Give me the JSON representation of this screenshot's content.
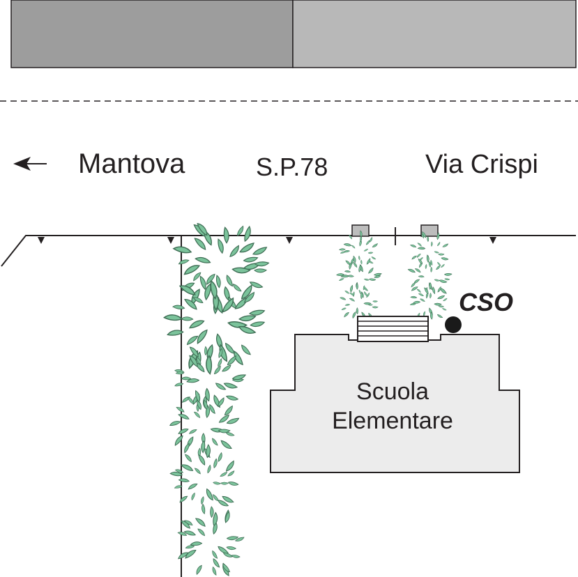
{
  "labels": {
    "direction": "Mantova",
    "road": "S.P.78",
    "street": "Via Crispi",
    "building_line1": "Scuola",
    "building_line2": "Elementare",
    "point": "CSO"
  },
  "icons": {
    "direction_arrow": "arrow-left-icon",
    "tree": "tree-icon",
    "point_marker": "filled-circle-icon"
  },
  "colors": {
    "band_left": "#9d9d9d",
    "band_right": "#b8b8b8",
    "line": "#231f20",
    "building_fill": "#ececec",
    "post_fill": "#bdbdbd",
    "leaf_fill": "#7bc39b",
    "leaf_stroke": "#3f6e55",
    "marker": "#1a1a1a"
  }
}
